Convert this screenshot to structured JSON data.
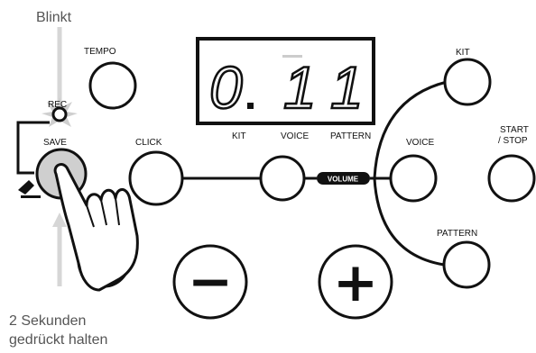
{
  "annotations": {
    "top": "Blinkt",
    "bottom_line1": "2 Sekunden",
    "bottom_line2": "gedrückt halten"
  },
  "display": {
    "digit1": "0",
    "digit2": "1",
    "digit3": "1",
    "labels": {
      "kit": "KIT",
      "voice": "VOICE",
      "pattern": "PATTERN"
    }
  },
  "buttons": {
    "tempo": "TEMPO",
    "rec": "REC",
    "save": "SAVE",
    "click": "CLICK",
    "kit": "KIT",
    "voice": "VOICE",
    "start_stop_line1": "START",
    "start_stop_line2": "/ STOP",
    "pattern": "PATTERN",
    "minus": "−",
    "plus": "+"
  },
  "volume_label": "VOLUME",
  "colors": {
    "outline": "#111111",
    "save_fill": "#cfcfcf",
    "arrow": "#d6d6d6",
    "annotation_text": "#555555"
  }
}
